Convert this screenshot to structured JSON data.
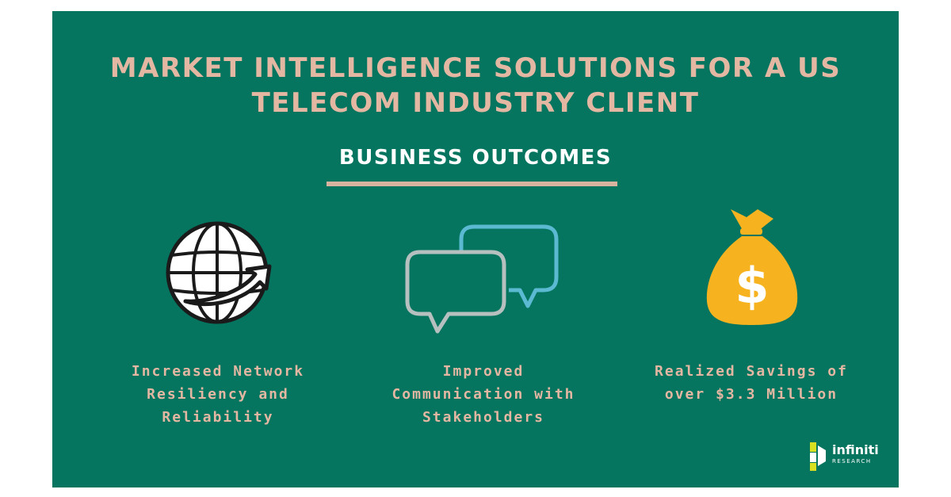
{
  "header": {
    "title": "MARKET INTELLIGENCE SOLUTIONS FOR A US TELECOM INDUSTRY CLIENT",
    "subtitle": "BUSINESS OUTCOMES"
  },
  "outcomes": [
    {
      "label": "Increased Network Resiliency and Reliability",
      "icon": "globe-arrow-icon"
    },
    {
      "label": "Improved Communication with Stakeholders",
      "icon": "speech-bubbles-icon"
    },
    {
      "label": "Realized Savings of over $3.3 Million",
      "icon": "money-bag-icon"
    }
  ],
  "logo": {
    "name": "infiniti",
    "sub": "RESEARCH"
  },
  "colors": {
    "background": "#057560",
    "title": "#e3b7a2",
    "subtitle": "#ffffff",
    "accent_bar": "#d7b3a0",
    "bubble_grey": "#b5c0bf",
    "bubble_blue": "#5bbad2",
    "bag_gold": "#f6b31f"
  }
}
